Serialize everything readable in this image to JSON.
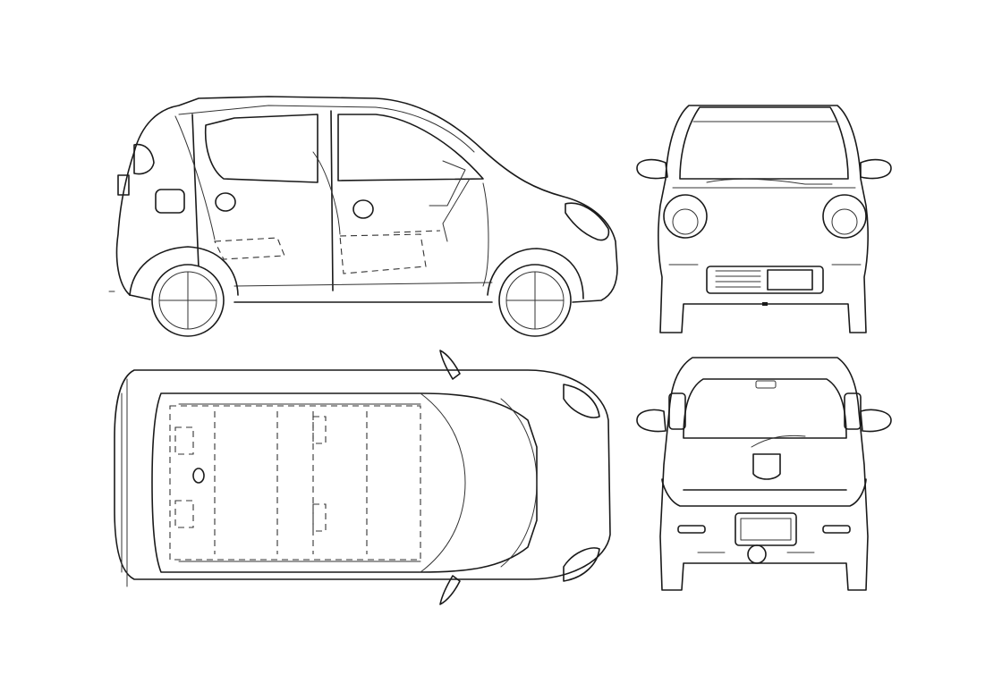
{
  "drawing": {
    "views": [
      {
        "id": "side",
        "label": ""
      },
      {
        "id": "front",
        "label": ""
      },
      {
        "id": "top",
        "label": ""
      },
      {
        "id": "rear",
        "label": ""
      }
    ],
    "line_color": "#1a1a1a",
    "background": "#ffffff"
  }
}
